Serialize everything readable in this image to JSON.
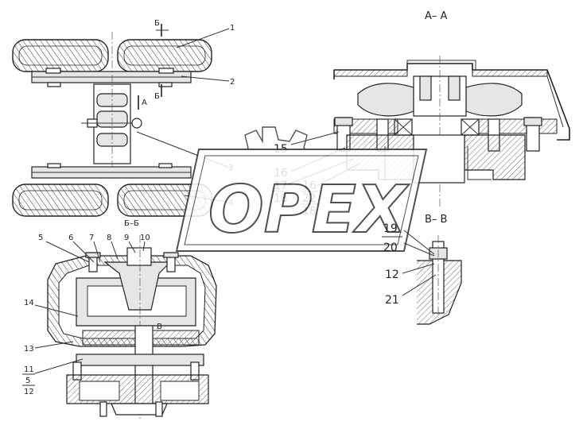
{
  "section_titles": {
    "aa": "A– A",
    "bb": "B– B",
    "vv": "Б–Б",
    "cut_b_top": "Б",
    "cut_b_bottom": "Б",
    "cut_a_top": "А",
    "cut_v": "В"
  },
  "watermark": "OPEX",
  "callouts_top_left": [
    "1",
    "2",
    "3",
    "4"
  ],
  "callouts_aa": {
    "n15": "15",
    "n16a": "16",
    "n16b": "16",
    "n17": "17",
    "n18a": "18",
    "n22": "22",
    "n18b": "18"
  },
  "callouts_bb": {
    "n19": "19",
    "n20": "20",
    "n12": "12",
    "n21": "21"
  },
  "callouts_vv": {
    "n5": "5",
    "n6": "6",
    "n7": "7",
    "n8": "8",
    "n9": "9",
    "n10": "10",
    "n14": "14",
    "n13": "13",
    "n11": "11",
    "n5b": "5",
    "n12": "12"
  },
  "colors": {
    "line": "#222222",
    "watermark": "#333333",
    "background": "#ffffff"
  }
}
